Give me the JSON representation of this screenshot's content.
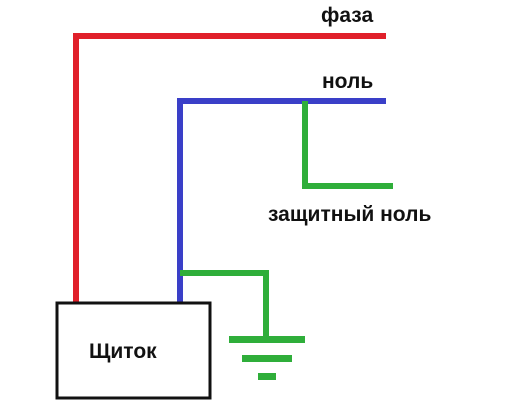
{
  "labels": {
    "phase": "фаза",
    "neutral": "ноль",
    "protective_neutral": "защитный ноль",
    "panel": "Щиток"
  },
  "colors": {
    "phase": "#e0202a",
    "neutral": "#3a3fc8",
    "earth": "#2fae3a",
    "panel_border": "#111111",
    "text": "#111111",
    "background": "#ffffff"
  }
}
